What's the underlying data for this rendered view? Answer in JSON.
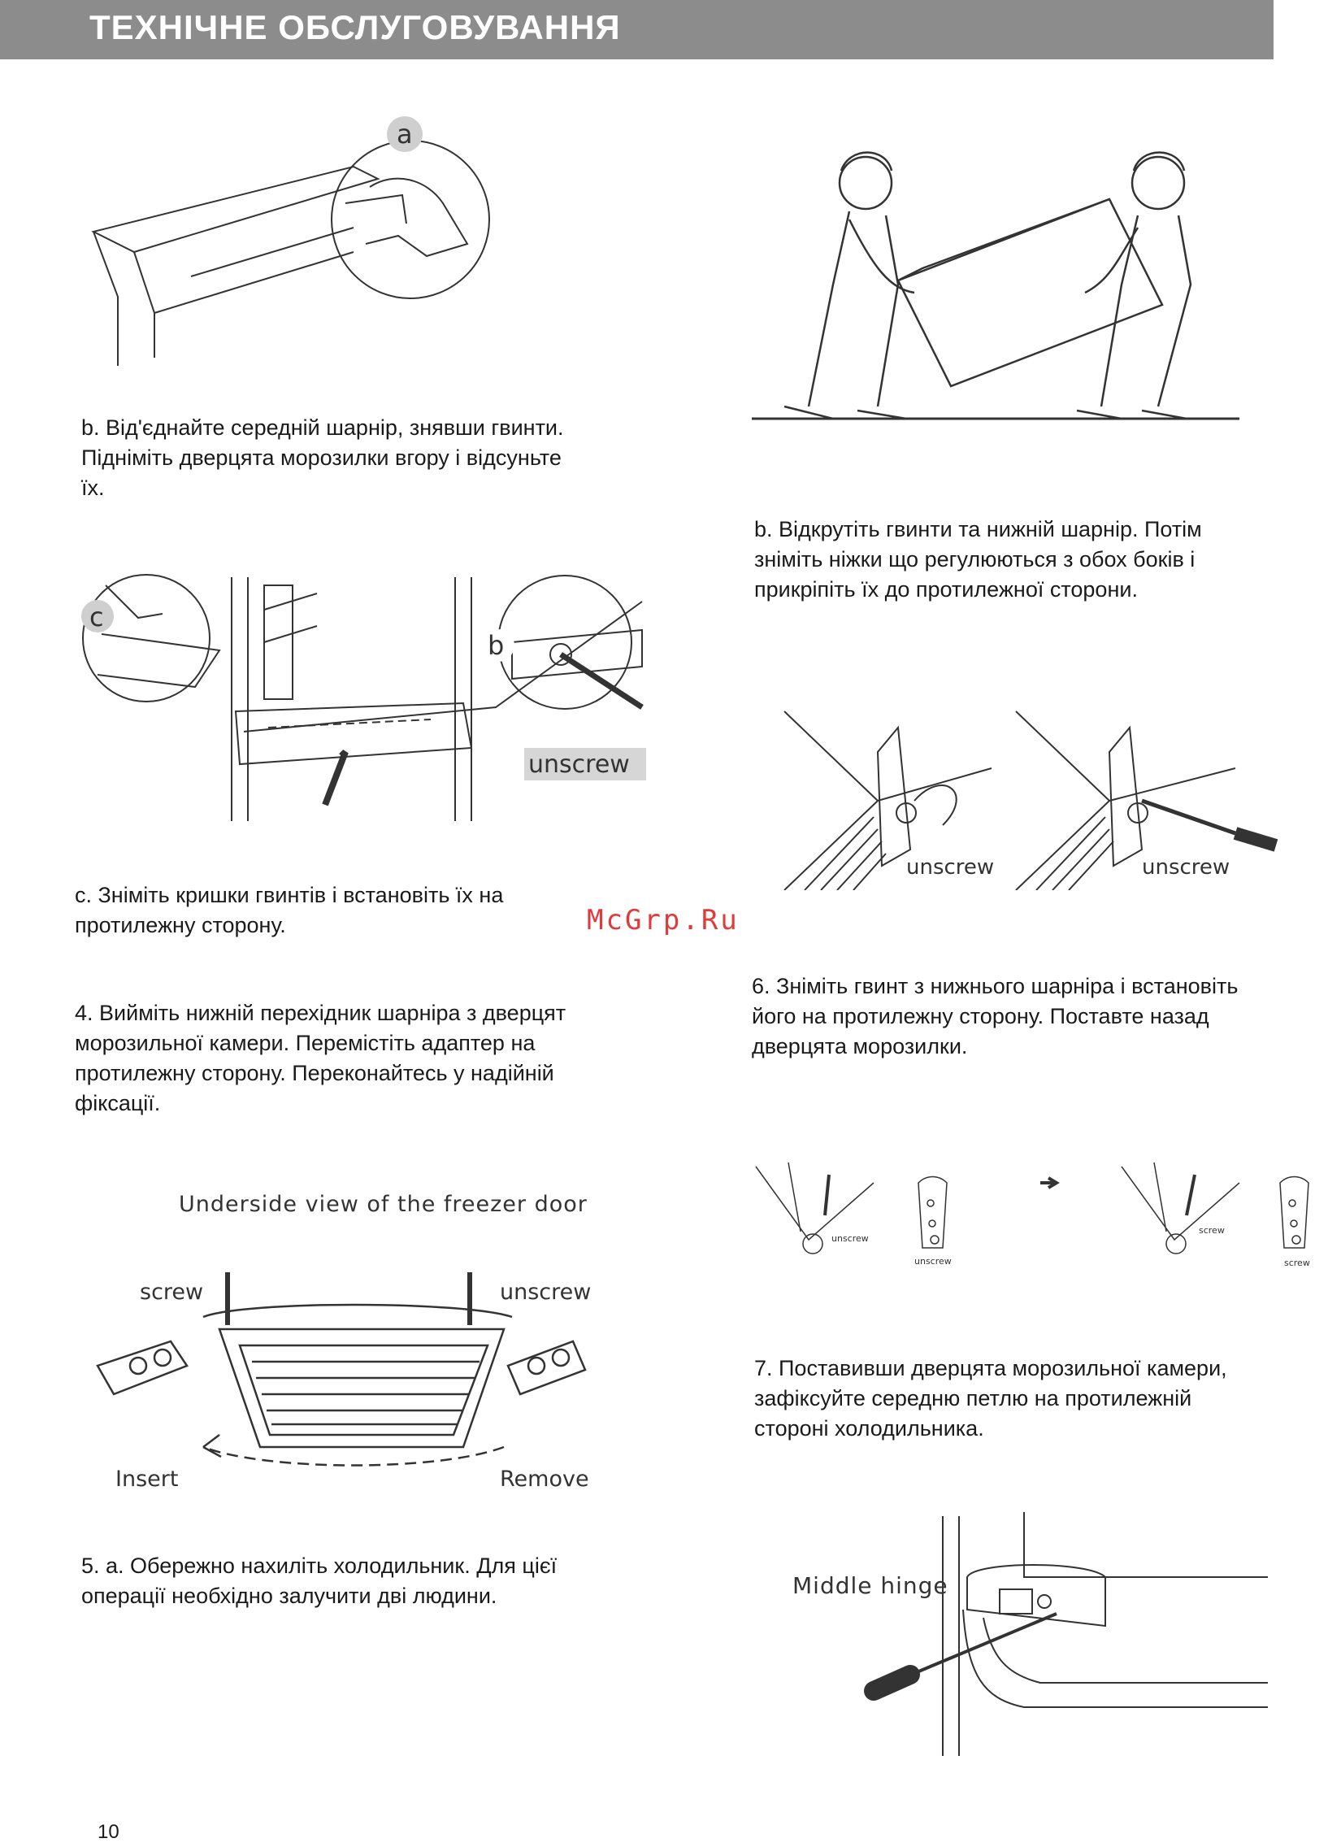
{
  "header": {
    "title": "ТЕХНІЧНЕ ОБСЛУГОВУВАННЯ"
  },
  "left": {
    "step_b": "b. Від'єднайте середній шарнір, знявши гвинти.\nПідніміть дверцята морозилки вгору і відсуньте\nїх.",
    "step_c": "c. Зніміть кришки гвинтів і встановіть їх на\nпротилежну сторону.",
    "step_4": "4. Вийміть нижній перехідник шарніра з дверцят\nморозильної камери. Перемістіть адаптер на\nпротилежну сторону. Переконайтесь у надійній\nфіксації.",
    "step_5a": "5. а. Обережно нахиліть холодильник. Для цієї\nоперації необхідно залучити дві  людини."
  },
  "right": {
    "step_b": "b. Відкрутіть гвинти та нижній шарнір. Потім\nзніміть ніжки що регулюються з обох боків і\nприкріпіть їх до протилежної сторони.",
    "step_6": "6. Зніміть гвинт з нижнього шарніра і встановіть\nйого на протилежну сторону. Поставте назад\nдверцята морозилки.",
    "step_7": "7. Поставивши дверцята морозильної камери,\nзафіксуйте середню петлю на протилежній\nстороні холодильника."
  },
  "figures": {
    "fig1": {
      "callout": "a"
    },
    "fig2": {
      "callout_c": "c",
      "callout_b": "b",
      "unscrew": "unscrew"
    },
    "fig3": {
      "title": "Underside view of the freezer door",
      "screw": "screw",
      "unscrew": "unscrew",
      "insert": "Insert",
      "remove": "Remove"
    },
    "fig5": {
      "unscrew1": "unscrew",
      "unscrew2": "unscrew"
    },
    "fig6": {
      "unscrew_small": "unscrew",
      "unscrew_plate": "unscrew",
      "screw_small": "screw",
      "screw_plate": "screw"
    },
    "fig7": {
      "middle_hinge": "Middle hinge"
    }
  },
  "watermark": "McGrp.Ru",
  "page_number": "10"
}
